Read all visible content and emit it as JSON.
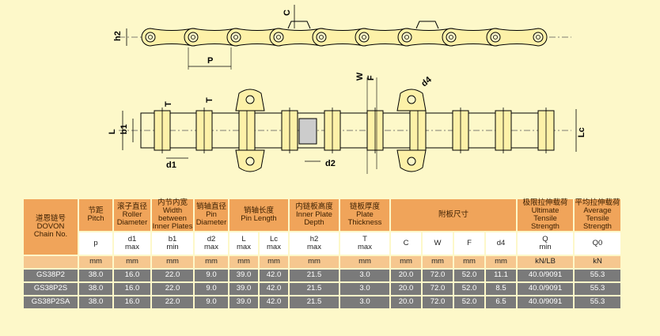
{
  "drawing": {
    "labels": {
      "h2": "h2",
      "c": "C",
      "p": "P",
      "w": "W",
      "f": "F",
      "d4": "d4",
      "t_left": "T",
      "t_mid": "T",
      "l": "L",
      "b1": "b1",
      "lc": "Lc",
      "d1": "d1",
      "d2": "d2"
    }
  },
  "table": {
    "chain_no": {
      "cn": "道恩链号",
      "brand": "DOVON",
      "en": "Chain No."
    },
    "columns": [
      {
        "cn": "节距",
        "en": [
          "Pitch"
        ],
        "sym": [
          "p"
        ],
        "unit": "mm"
      },
      {
        "cn": "滚子直径",
        "en": [
          "Roller",
          "Diameter"
        ],
        "sym": [
          "d1",
          "max"
        ],
        "unit": "mm"
      },
      {
        "cn": "内节内宽",
        "en": [
          "Width",
          "between",
          "Inner Plates"
        ],
        "sym": [
          "b1",
          "min"
        ],
        "unit": "mm"
      },
      {
        "cn": "销轴直径",
        "en": [
          "Pin",
          "Diameter"
        ],
        "sym": [
          "d2",
          "max"
        ],
        "unit": "mm"
      },
      {
        "cn": "销轴长度",
        "en": [
          "Pin Length"
        ],
        "sub": [
          {
            "sym": [
              "L",
              "max"
            ],
            "unit": "mm"
          },
          {
            "sym": [
              "Lc",
              "max"
            ],
            "unit": "mm"
          }
        ]
      },
      {
        "cn": "内链板高度",
        "en": [
          "Inner Plate",
          "Depth"
        ],
        "sym": [
          "h2",
          "max"
        ],
        "unit": "mm"
      },
      {
        "cn": "链板厚度",
        "en": [
          "Plate",
          "Thickness"
        ],
        "sym": [
          "T",
          "max"
        ],
        "unit": "mm"
      },
      {
        "cn": "附板尺寸",
        "en": [],
        "sub": [
          {
            "sym": [
              "C"
            ],
            "unit": "mm"
          },
          {
            "sym": [
              "W"
            ],
            "unit": "mm"
          },
          {
            "sym": [
              "F"
            ],
            "unit": "mm"
          },
          {
            "sym": [
              "d4"
            ],
            "unit": "mm"
          }
        ]
      },
      {
        "cn": "极限拉伸载荷",
        "en": [
          "Ultimate",
          "Tensile",
          "Strength"
        ],
        "sym": [
          "Q",
          "min"
        ],
        "unit": "kN/LB"
      },
      {
        "cn": "平均拉伸载荷",
        "en": [
          "Average",
          "Tensile",
          "Strength"
        ],
        "sym": [
          "Q0"
        ],
        "unit": "kN"
      }
    ],
    "rows": [
      [
        "GS38P2",
        "38.0",
        "16.0",
        "22.0",
        "9.0",
        "39.0",
        "42.0",
        "21.5",
        "3.0",
        "20.0",
        "72.0",
        "52.0",
        "11.1",
        "40.0/9091",
        "55.3"
      ],
      [
        "GS38P2S",
        "38.0",
        "16.0",
        "22.0",
        "9.0",
        "39.0",
        "42.0",
        "21.5",
        "3.0",
        "20.0",
        "72.0",
        "52.0",
        "8.5",
        "40.0/9091",
        "55.3"
      ],
      [
        "GS38P2SA",
        "38.0",
        "16.0",
        "22.0",
        "9.0",
        "39.0",
        "42.0",
        "21.5",
        "3.0",
        "20.0",
        "72.0",
        "52.0",
        "6.5",
        "40.0/9091",
        "55.3"
      ]
    ]
  }
}
